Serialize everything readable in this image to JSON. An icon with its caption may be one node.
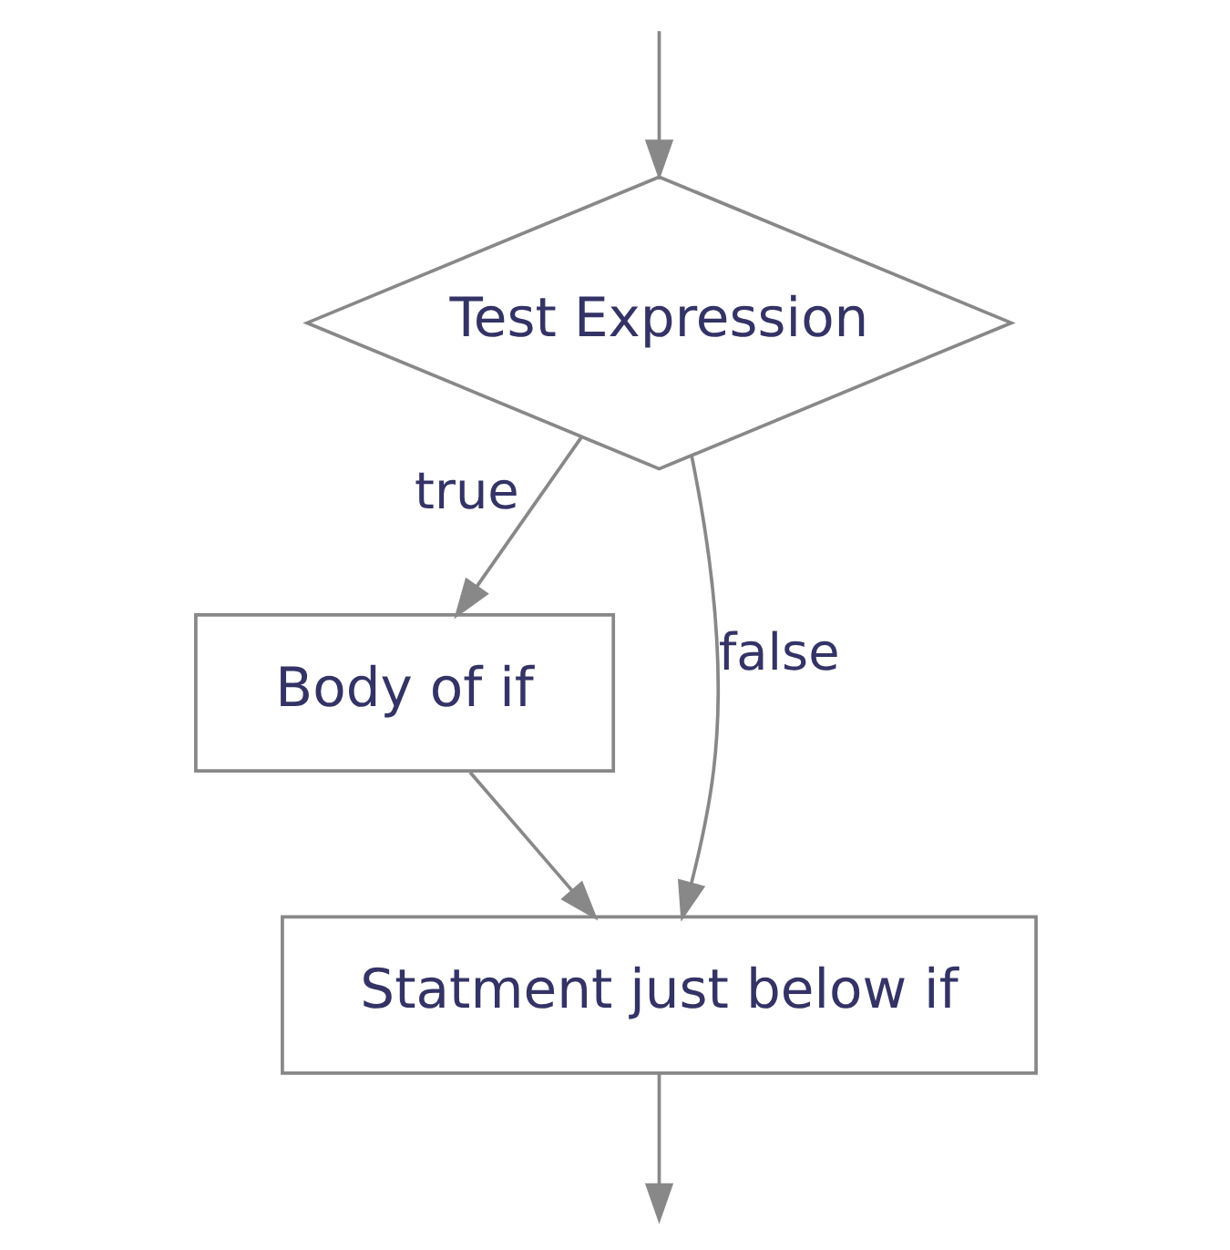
{
  "diagram": {
    "nodes": [
      {
        "text": [
          "Test Expression"
        ]
      },
      {
        "text": [
          "Body of if"
        ]
      },
      {
        "text": [
          "Statment just below if"
        ]
      }
    ],
    "edges": [
      {
        "from": null,
        "to": 0,
        "arrow": "to"
      },
      {
        "from": 0,
        "to": 1,
        "arrow": "to",
        "label": "true"
      },
      {
        "from": 0,
        "to": 2,
        "arrow": "to",
        "label": "false"
      },
      {
        "from": 1,
        "to": 2,
        "arrow": "to"
      },
      {
        "from": 2,
        "to": null,
        "arrow": "to"
      }
    ]
  }
}
